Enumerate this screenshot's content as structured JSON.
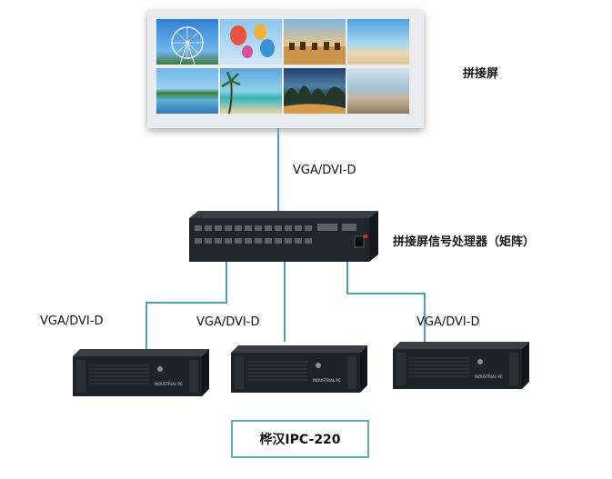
{
  "video_wall": {
    "label": "拼接屏"
  },
  "links": {
    "wall_to_matrix": "VGA/DVI-D",
    "pc_left": "VGA/DVI-D",
    "pc_middle": "VGA/DVI-D",
    "pc_right": "VGA/DVI-D"
  },
  "matrix": {
    "label": "拼接屏信号处理器（矩阵）"
  },
  "ipc": {
    "label": "桦汉IPC-220",
    "panel_text": "INDUSTRIAL PC"
  },
  "colors": {
    "connector": "#4d9fb3",
    "box_border": "#5fa8c0"
  }
}
